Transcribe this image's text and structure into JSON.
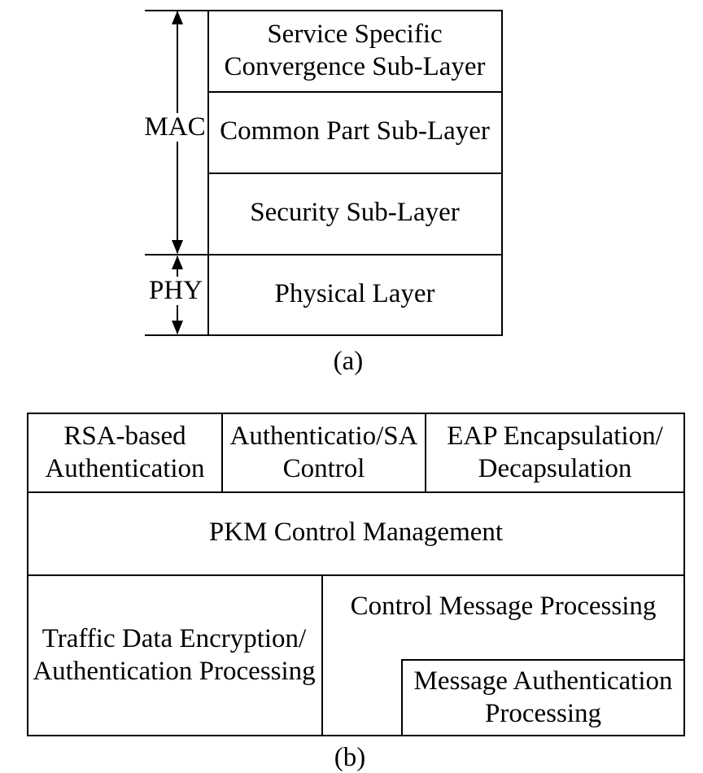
{
  "figure_a": {
    "mac_label": "MAC",
    "phy_label": "PHY",
    "layers": [
      {
        "lines": [
          "Service Specific",
          "Convergence Sub-Layer"
        ]
      },
      {
        "lines": [
          "Common Part Sub-Layer"
        ]
      },
      {
        "lines": [
          "Security Sub-Layer"
        ]
      },
      {
        "lines": [
          "Physical Layer"
        ]
      }
    ],
    "caption": "(a)"
  },
  "figure_b": {
    "modules_top": [
      {
        "lines": [
          "RSA-based",
          "Authentication"
        ]
      },
      {
        "lines": [
          "Authenticatio/SA",
          "Control"
        ]
      },
      {
        "lines": [
          "EAP Encapsulation/",
          "Decapsulation"
        ]
      }
    ],
    "module_pkm": "PKM Control Management",
    "module_traffic": {
      "lines": [
        "Traffic Data Encryption/",
        "Authentication Processing"
      ]
    },
    "module_control_message": "Control Message Processing",
    "module_message_auth": {
      "lines": [
        "Message Authentication",
        "Processing"
      ]
    },
    "caption": "(b)"
  },
  "colors": {
    "line": "#000000",
    "text": "#000000",
    "background": "#ffffff"
  }
}
